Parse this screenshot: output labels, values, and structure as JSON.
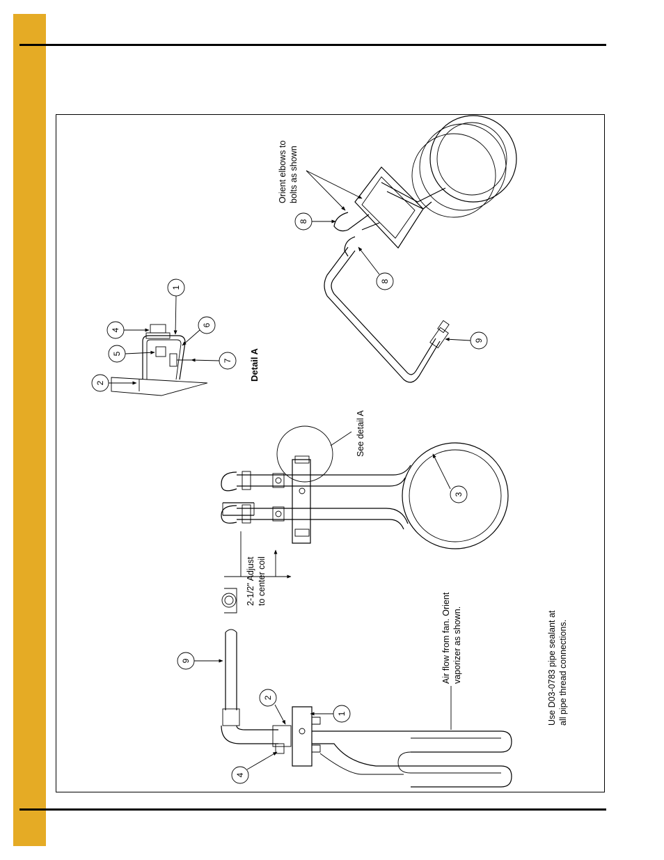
{
  "page": {
    "accent_color": "#e5ab25"
  },
  "detail_title": "Detail A",
  "notes": {
    "orient_elbows_line1": "Orient elbows to",
    "orient_elbows_line2": "bolts as shown",
    "see_detail": "See detail A",
    "adjust_line1": "2-1/2\" Adjust",
    "adjust_line2": "to center coil",
    "airflow_line1": "Air flow from fan. Orient",
    "airflow_line2": "vaporizer as shown.",
    "sealant_line1": "Use D03-0783 pipe sealant at",
    "sealant_line2": "all pipe thread connections."
  },
  "callouts": {
    "detail_a_1": "1",
    "detail_a_2": "2",
    "detail_a_4": "4",
    "detail_a_5": "5",
    "detail_a_6": "6",
    "detail_a_7": "7",
    "iso_8_top": "8",
    "iso_8_bottom": "8",
    "iso_9": "9",
    "front_3": "3",
    "side_9": "9",
    "side_2": "2",
    "side_1": "1",
    "side_4": "4"
  }
}
